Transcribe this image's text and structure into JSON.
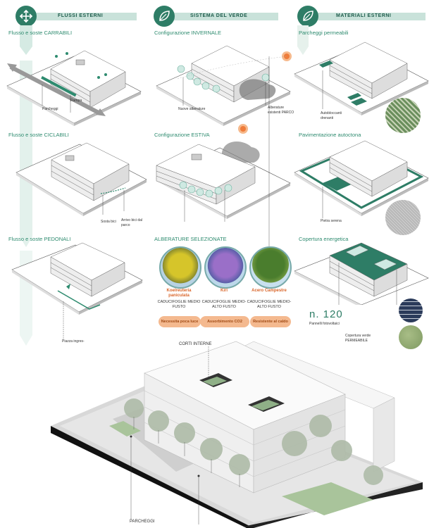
{
  "columns": [
    {
      "title": "FLUSSI ESTERNI",
      "icon": "plus-arrows-icon"
    },
    {
      "title": "SISTEMA DEL VERDE",
      "icon": "leaf-icon"
    },
    {
      "title": "MATERIALI ESTERNI",
      "icon": "leaf-icon"
    }
  ],
  "flussi": {
    "carrabili": {
      "title": "Flusso e soste CARRABILI",
      "parcheggi": "Parcheggi",
      "rampa": "Rampa"
    },
    "ciclabili": {
      "title": "Flusso e soste CICLABILI",
      "sosta": "Sosta bici",
      "arrivo": "Arrivo bici dal parco"
    },
    "pedonali": {
      "title": "Flusso e soste PEDONALI",
      "piazza": "Piazza ingres-"
    }
  },
  "verde": {
    "invernale": {
      "title": "Configurazione INVERNALE",
      "nuove": "Nuove alberature",
      "esistenti": "Alberature esistenti PARCO"
    },
    "estiva": {
      "title": "Configurazione ESTIVA"
    },
    "alberature": {
      "title": "ALBERATURE SELEZIONATE"
    },
    "trees": [
      {
        "name": "Koelreuteria paniculata",
        "desc": "CADUCIFOGLIE MEDIO FUSTO",
        "badge": "Necessita poca luce"
      },
      {
        "name": "Kiri",
        "desc": "CADUCIFOGLIE MEDIO-ALTO FUSTO",
        "badge": "Assorbimento CO2"
      },
      {
        "name": "Acero Campestre",
        "desc": "CADUCIFOGLIE MEDIO-ALTO FUSTO",
        "badge": "Resistente al caldo"
      }
    ]
  },
  "materiali": {
    "parcheggi": {
      "title": "Parcheggi permeabili",
      "auto": "Autobloccanti drenanti"
    },
    "pavimentazione": {
      "title": "Pavimentazione autoctona",
      "pietra": "Pietra serena"
    },
    "copertura": {
      "title": "Copertura energetica",
      "count": "n. 120",
      "pannelli": "Pannelli fotovoltaici",
      "verde": "Copertura verde PERMEABILE"
    }
  },
  "main": {
    "corti": "CORTI INTERNE",
    "parcheggi": "PARCHEGGI"
  },
  "colors": {
    "accent": "#2e7d66",
    "light_accent": "#c9e2da",
    "orange": "#d9662b",
    "pill": "#f4b98f"
  }
}
